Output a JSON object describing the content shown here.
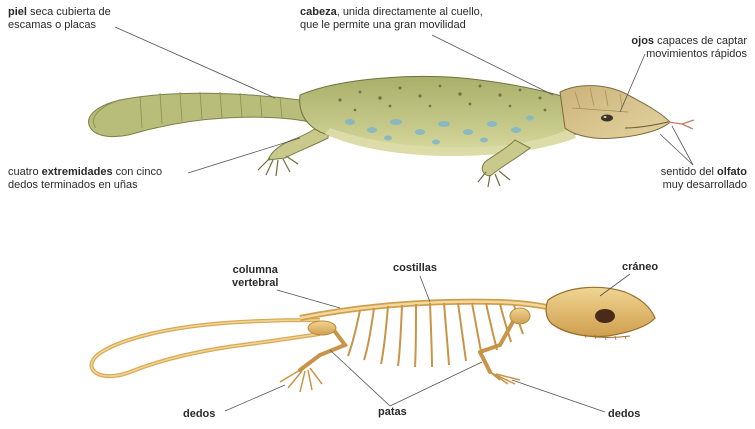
{
  "lizard_labels": {
    "piel": {
      "bold": "piel",
      "rest1": " seca cubierta de",
      "line2": "escamas o placas"
    },
    "cabeza": {
      "bold": "cabeza",
      "rest1": ", unida directamente al cuello,",
      "line2": "que le permite una gran movilidad"
    },
    "ojos": {
      "bold": "ojos",
      "rest1": " capaces de captar",
      "line2": "movimientos rápidos"
    },
    "extremidades": {
      "pre": "cuatro ",
      "bold": "extremidades",
      "rest1": " con cinco",
      "line2": "dedos terminados en uñas"
    },
    "olfato": {
      "pre": "sentido del ",
      "bold": "olfato",
      "line2": "muy desarrollado"
    }
  },
  "skeleton_labels": {
    "columna": [
      "columna",
      "vertebral"
    ],
    "costillas": "costillas",
    "craneo": "cráneo",
    "dedos_left": "dedos",
    "patas": "patas",
    "dedos_right": "dedos"
  },
  "colors": {
    "body": "#b9c07a",
    "belly": "#d9dca0",
    "spots": "#7fb6c9",
    "head": "#d8c58f",
    "bone": "#e6c37a",
    "bone_dark": "#b98a3a",
    "leader": "#555555"
  }
}
